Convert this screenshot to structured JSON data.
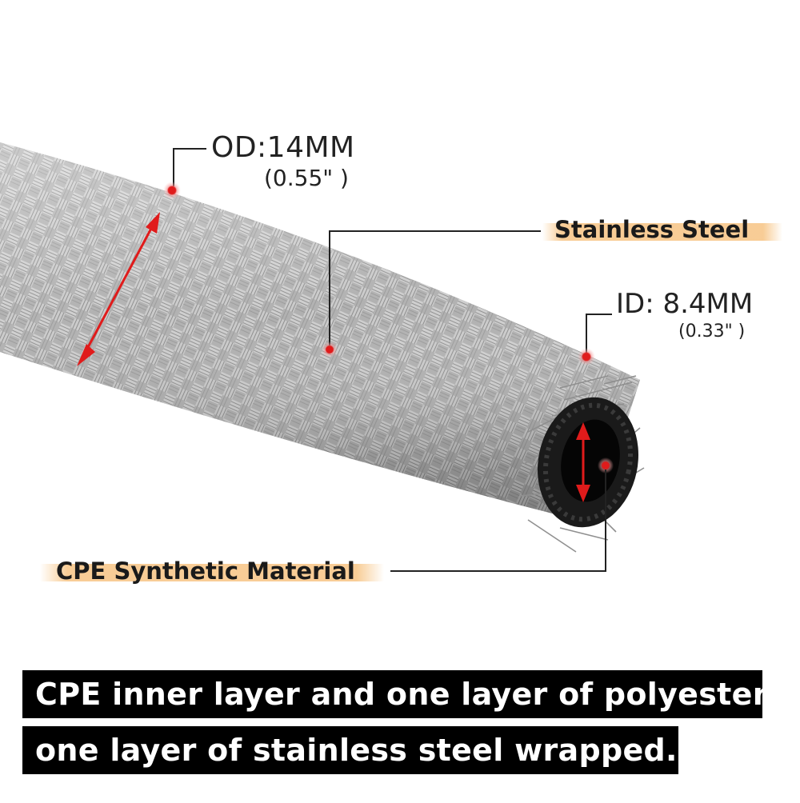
{
  "labels": {
    "od": "OD:14MM",
    "od_inch": "(0.55\" )",
    "id": "ID: 8.4MM",
    "id_inch": "(0.33\" )",
    "stainless": "Stainless Steel",
    "cpe": "CPE Synthetic Material"
  },
  "caption": {
    "line1": "CPE inner layer and one layer of polyester,",
    "line2": "one layer of stainless steel wrapped."
  },
  "colors": {
    "marker_red": "#e01b1b",
    "callout_line": "#222222",
    "tag_highlight": "#f7c78a",
    "braid_steel": "#a9a9a9",
    "caption_bg": "#000000"
  }
}
